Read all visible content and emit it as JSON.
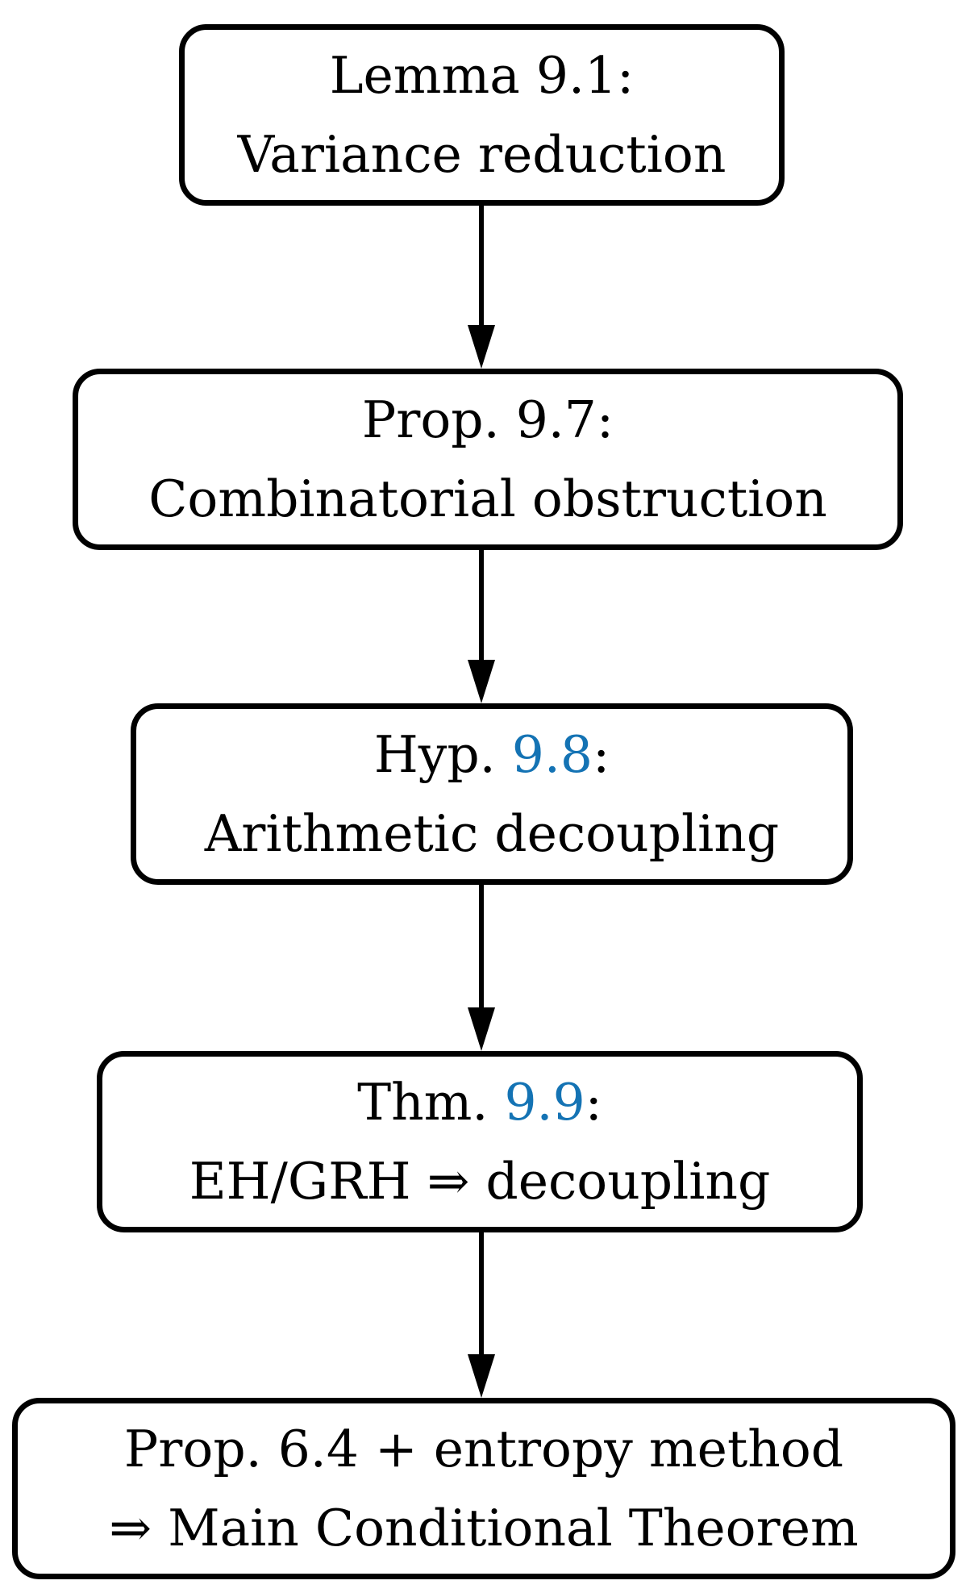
{
  "diagram": {
    "type": "flowchart",
    "direction": "top-down",
    "nodes": [
      {
        "id": "lemma-9-1",
        "title": "Lemma 9.1:",
        "subtitle": "Variance reduction"
      },
      {
        "id": "prop-9-7",
        "title": "Prop. 9.7:",
        "subtitle": "Combinatorial obstruction"
      },
      {
        "id": "hyp-9-8",
        "title_prefix": "Hyp. ",
        "title_ref": "9.8",
        "title_suffix": ":",
        "subtitle": "Arithmetic decoupling"
      },
      {
        "id": "thm-9-9",
        "title_prefix": "Thm. ",
        "title_ref": "9.9",
        "title_suffix": ":",
        "subtitle": "EH/GRH ⇒ decoupling"
      },
      {
        "id": "main-conditional-theorem",
        "title": "Prop. 6.4 + entropy method",
        "subtitle": "⇒ Main Conditional Theorem"
      }
    ],
    "edges": [
      {
        "from": "lemma-9-1",
        "to": "prop-9-7"
      },
      {
        "from": "prop-9-7",
        "to": "hyp-9-8"
      },
      {
        "from": "hyp-9-8",
        "to": "thm-9-9"
      },
      {
        "from": "thm-9-9",
        "to": "main-conditional-theorem"
      }
    ]
  },
  "colors": {
    "reference_blue": "#1473b4",
    "node_border": "#000000",
    "text": "#000000",
    "background": "#ffffff"
  }
}
